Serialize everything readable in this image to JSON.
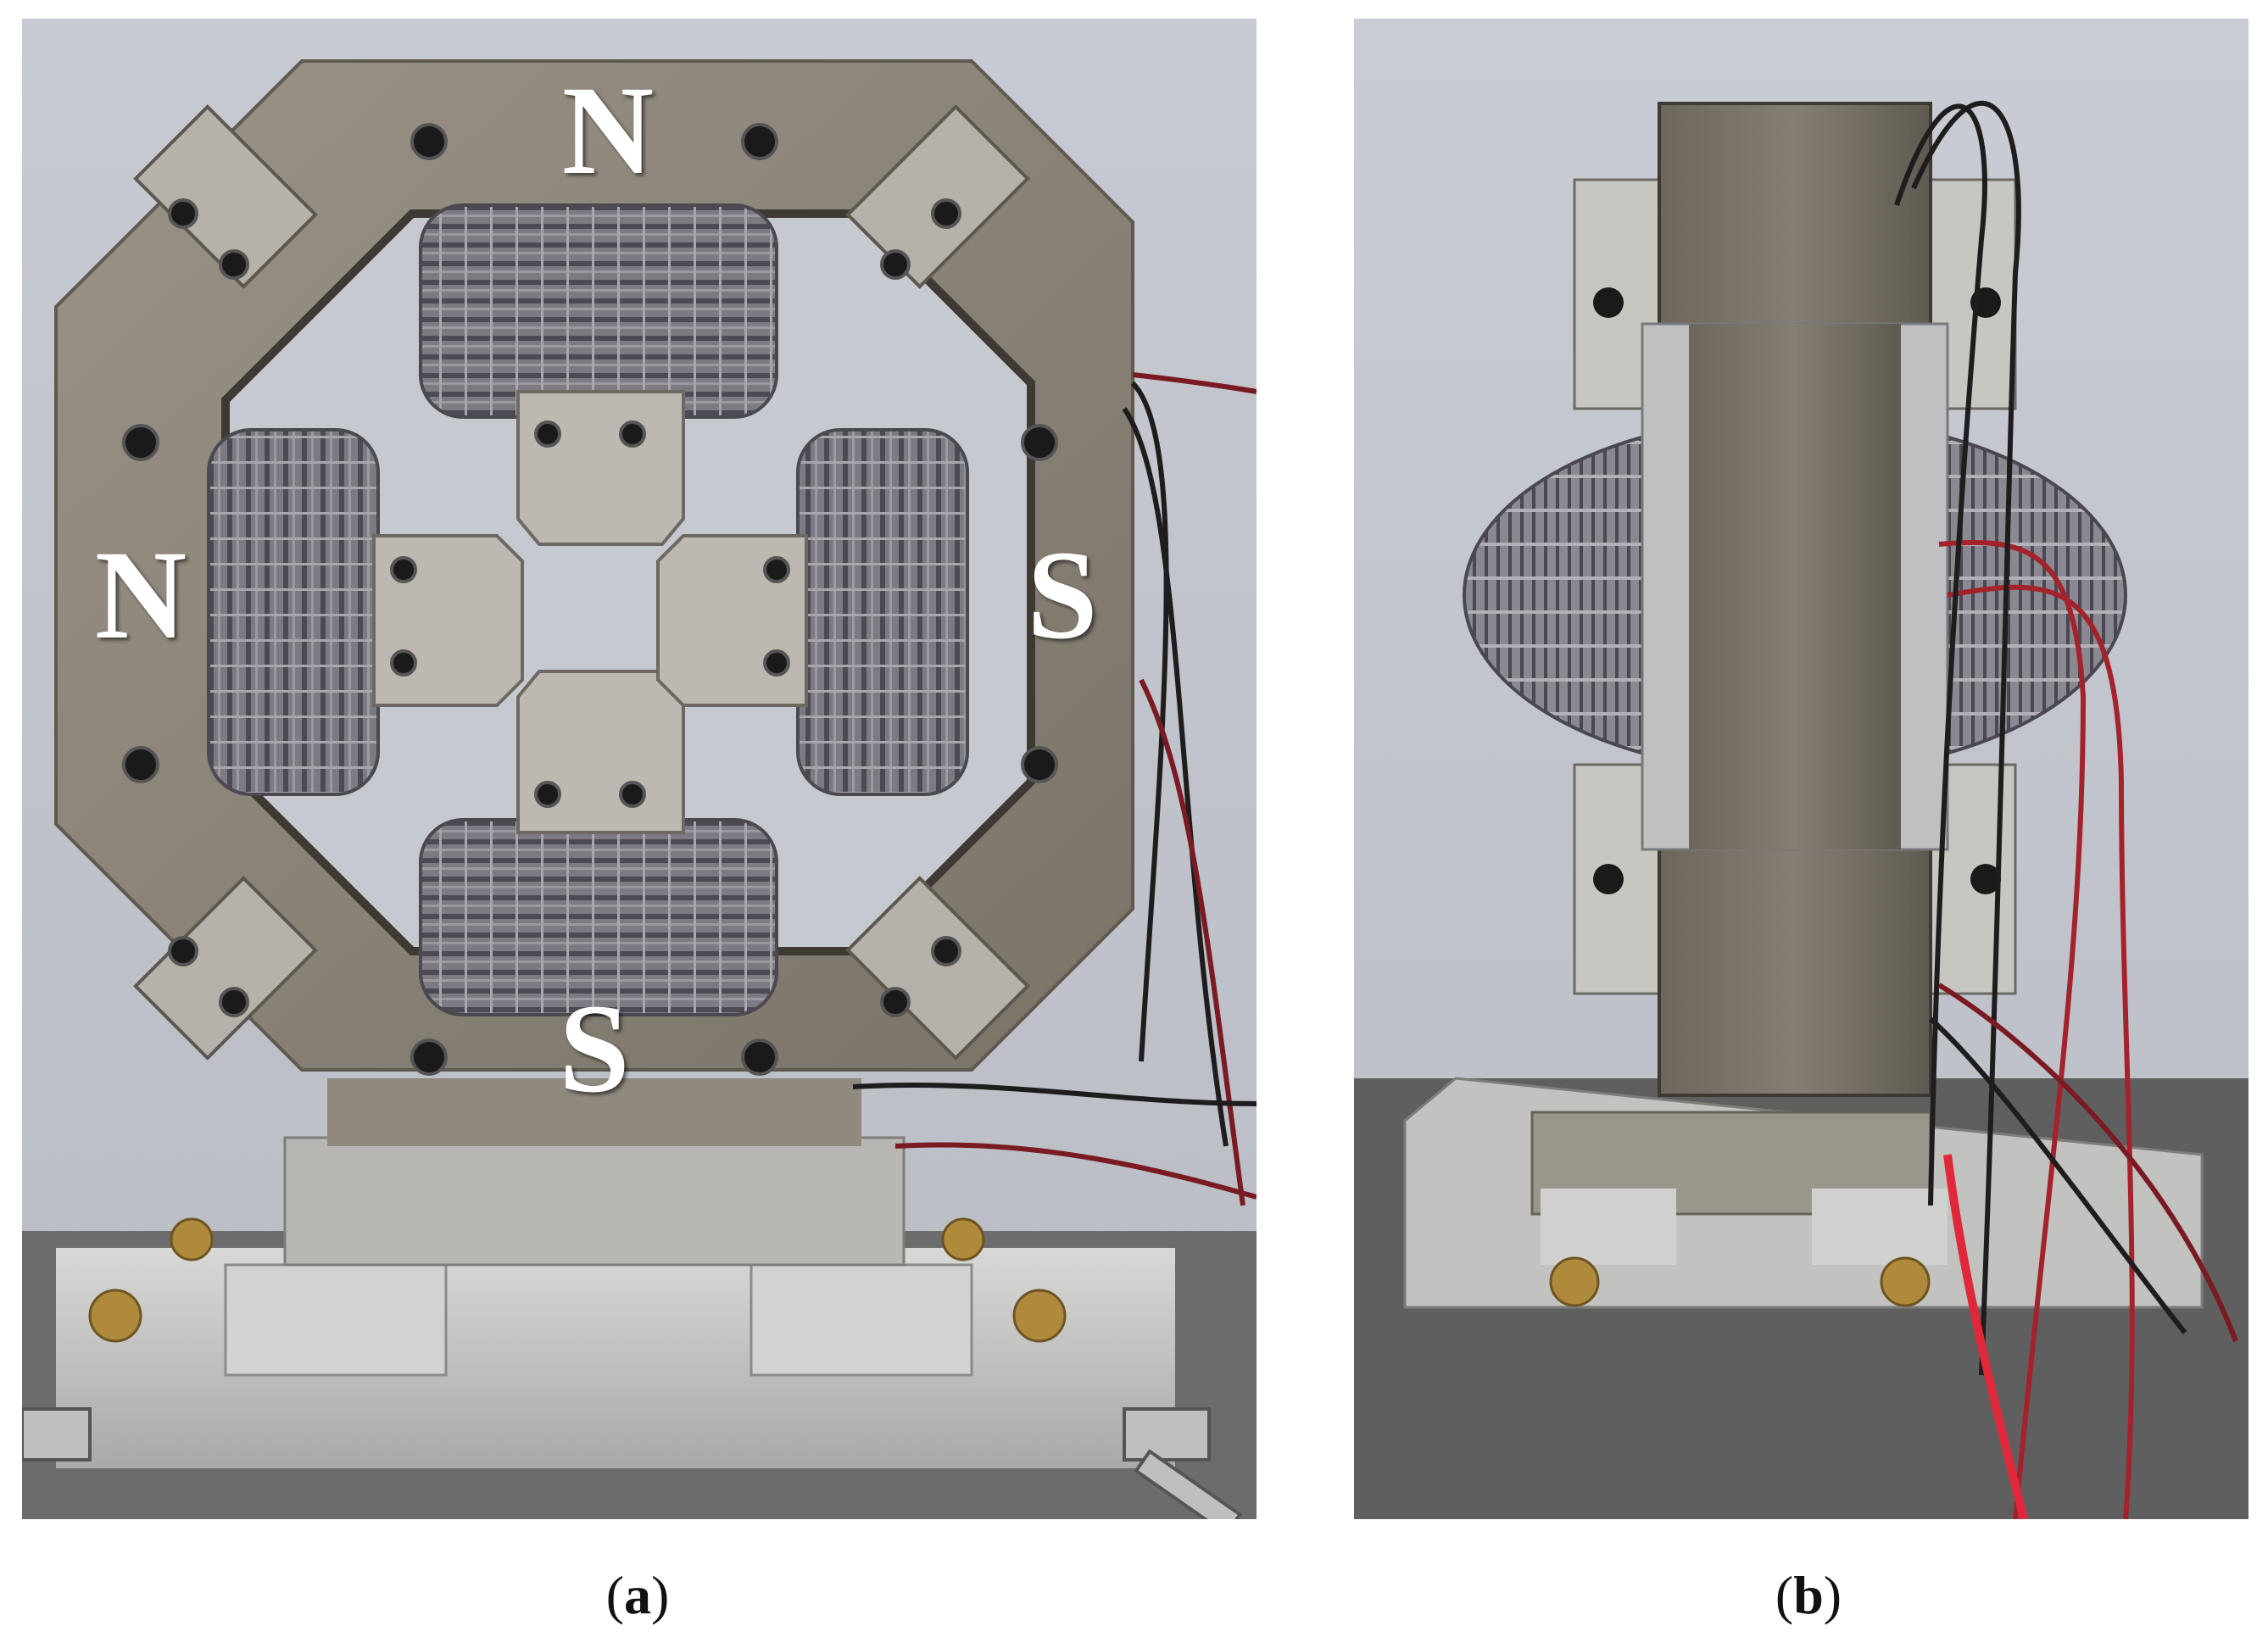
{
  "figure": {
    "panel_a": {
      "pole_labels": {
        "top": "N",
        "left": "N",
        "right": "S",
        "bottom": "S"
      },
      "caption_open": "(",
      "caption_letter": "a",
      "caption_close": ")"
    },
    "panel_b": {
      "caption_open": "(",
      "caption_letter": "b",
      "caption_close": ")"
    }
  },
  "colors": {
    "background_wall": "#c9ccd2",
    "steel_frame": "#8a8378",
    "coil_winding": "#6f6c73",
    "aluminum": "#c3c3c1",
    "cable_red": "#a3222b",
    "cable_black": "#1e1c1c",
    "bolt": "#1a1a1a"
  }
}
